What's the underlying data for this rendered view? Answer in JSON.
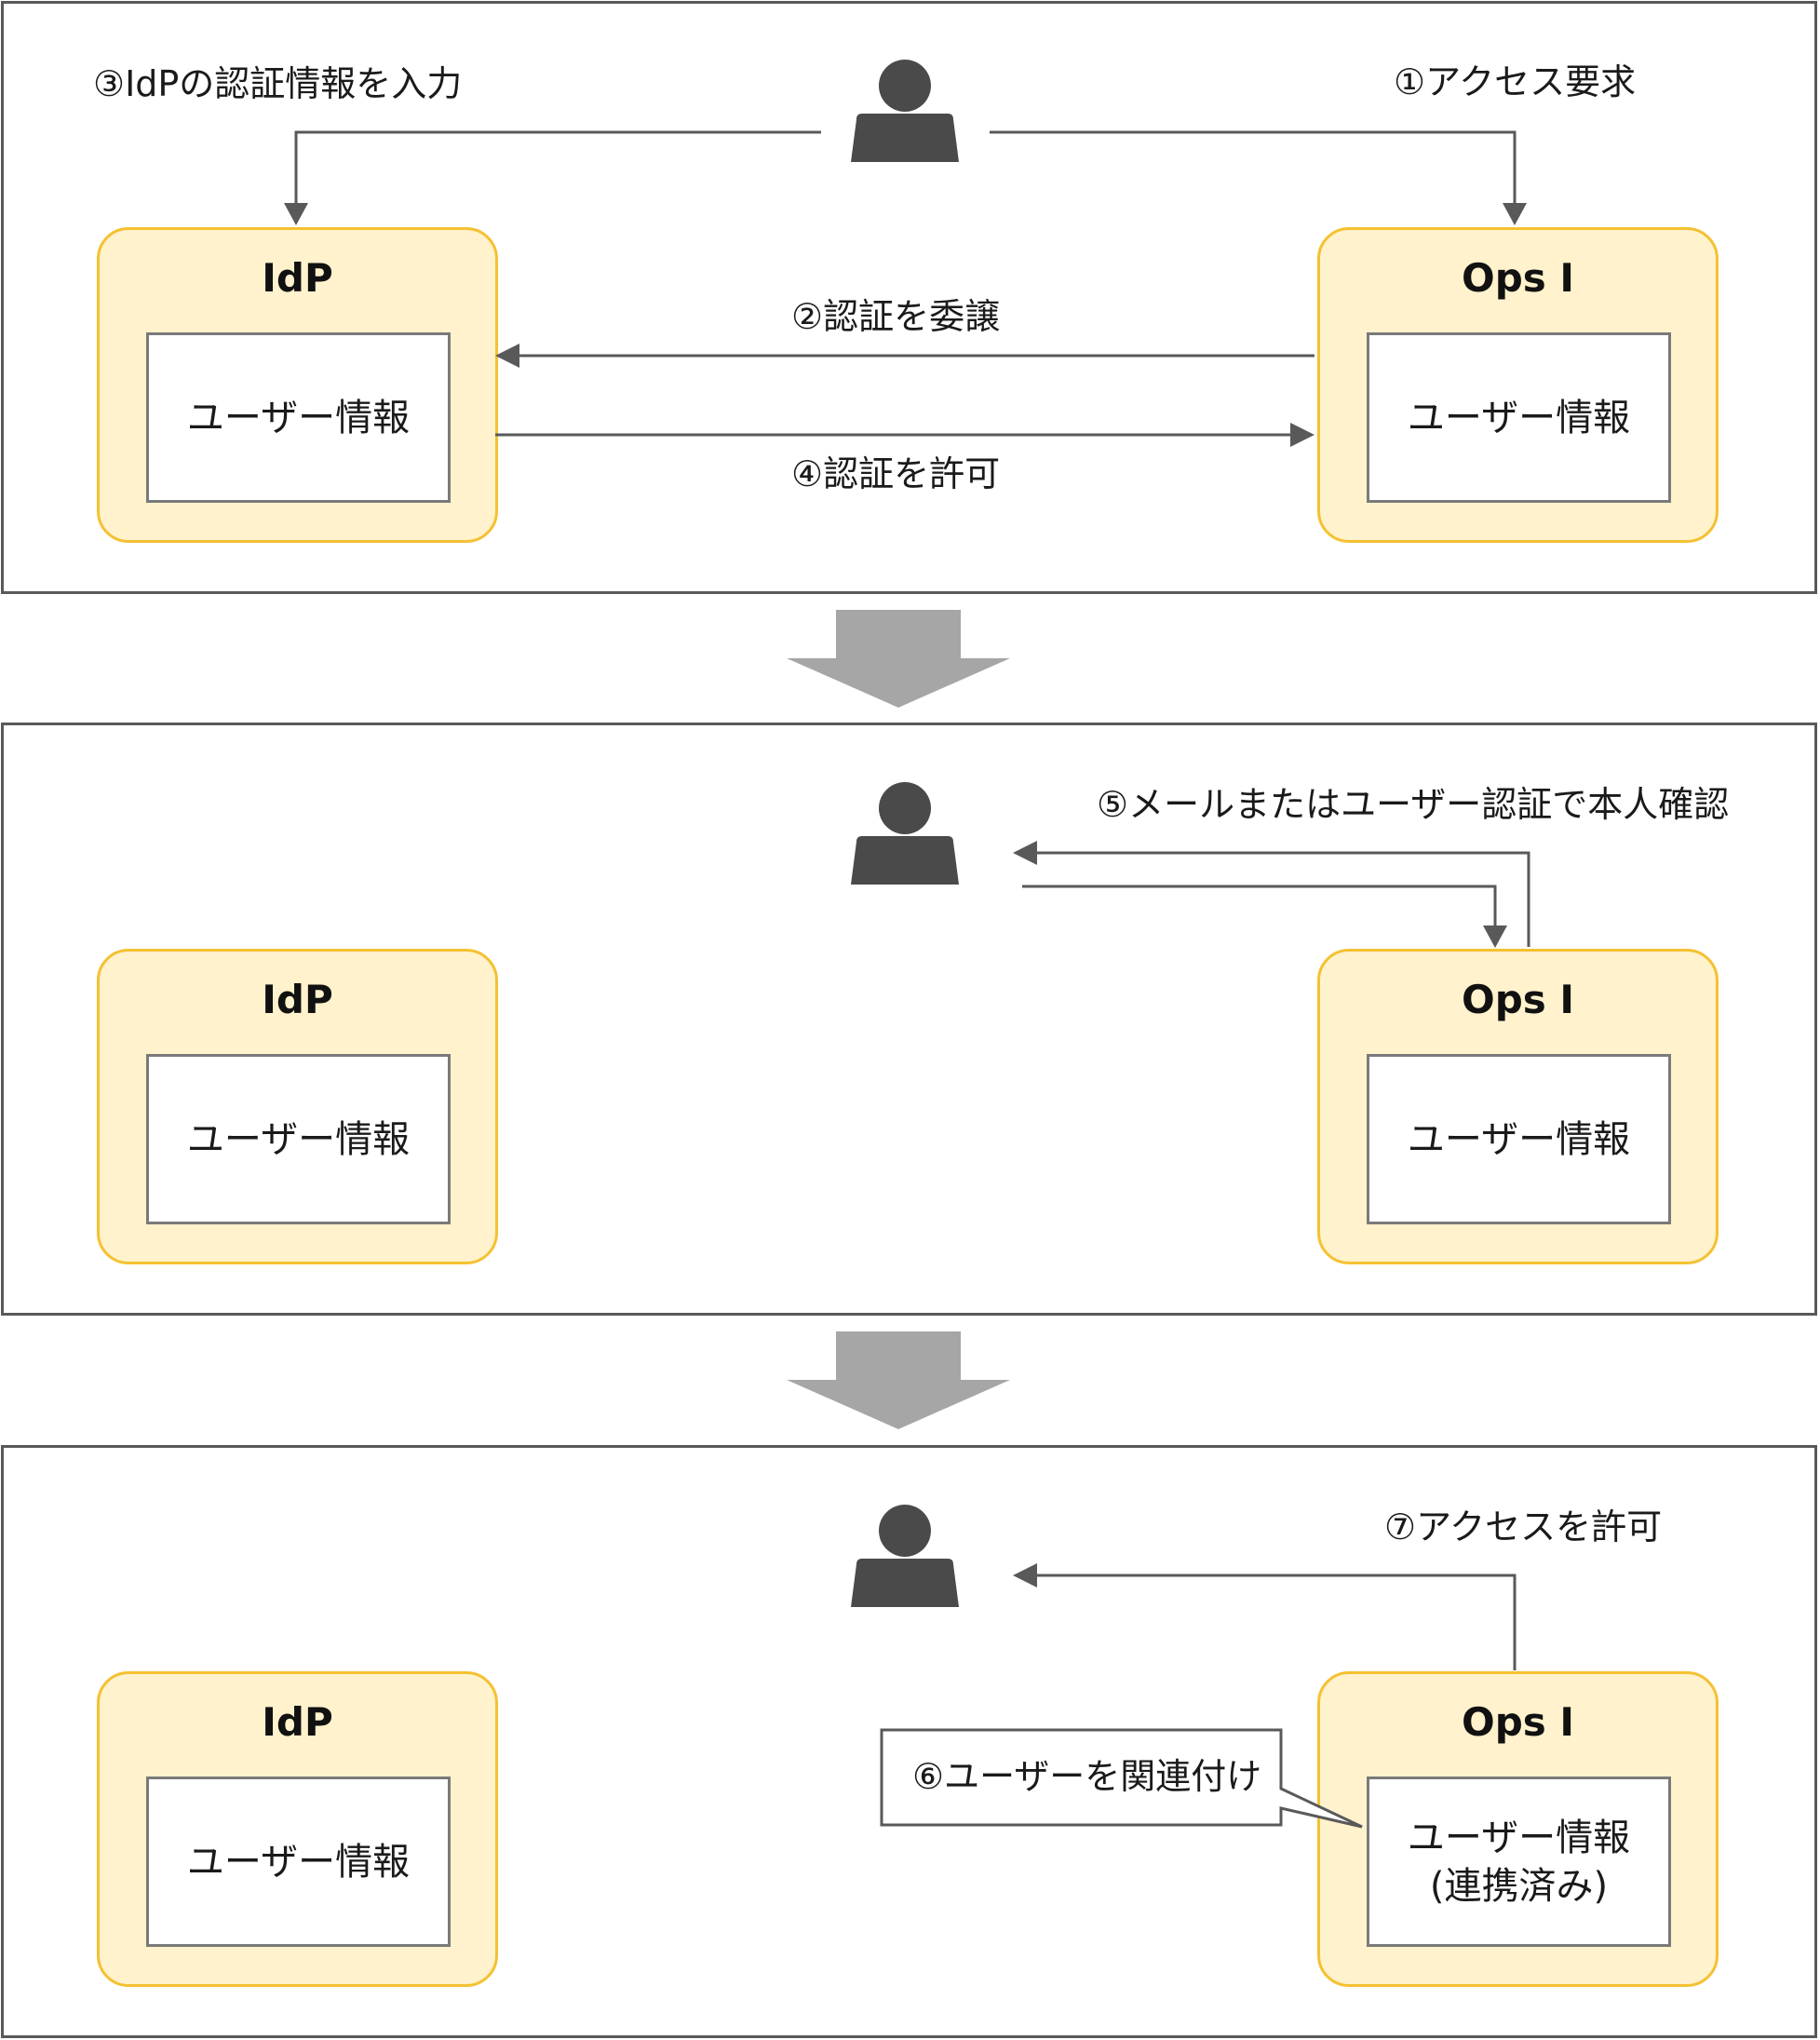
{
  "colors": {
    "node_fill": "#fff2cc",
    "node_border": "#f5c132",
    "line": "#595959",
    "person": "#4a4a4a",
    "transition_arrow": "#a6a6a6"
  },
  "icons": [
    "person-icon",
    "transition-down-arrow"
  ],
  "panels": [
    {
      "idp": {
        "title": "IdP",
        "info": "ユーザー情報"
      },
      "opsi": {
        "title": "Ops I",
        "info": "ユーザー情報"
      },
      "labels": {
        "step1": "①アクセス要求",
        "step2": "②認証を委譲",
        "step3": "③IdPの認証情報を入力",
        "step4": "④認証を許可"
      }
    },
    {
      "idp": {
        "title": "IdP",
        "info": "ユーザー情報"
      },
      "opsi": {
        "title": "Ops I",
        "info": "ユーザー情報"
      },
      "labels": {
        "step5": "⑤メールまたはユーザー認証で本人確認"
      }
    },
    {
      "idp": {
        "title": "IdP",
        "info": "ユーザー情報"
      },
      "opsi": {
        "title": "Ops I",
        "info": "ユーザー情報",
        "info_sub": "(連携済み)"
      },
      "labels": {
        "step6": "⑥ユーザーを関連付け",
        "step7": "⑦アクセスを許可"
      }
    }
  ]
}
